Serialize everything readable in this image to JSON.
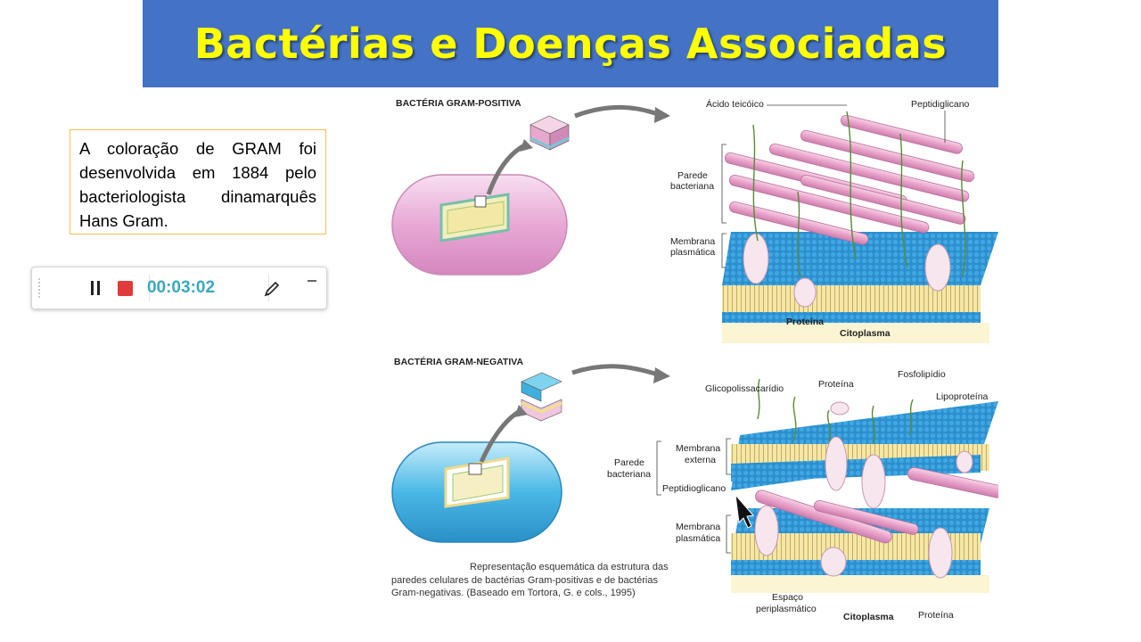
{
  "slide": {
    "title": "Bactérias e Doenças Associadas",
    "info_text": "A coloração de GRAM foi desenvolvida em 1884 pelo bacteriologista dinamarquês Hans Gram."
  },
  "recorder": {
    "elapsed": "00:03:02",
    "icons": [
      "grip-icon",
      "pause-icon",
      "stop-icon",
      "pen-icon",
      "minimize-icon"
    ]
  },
  "figure": {
    "gram_positive": {
      "heading": "BACTÉRIA GRAM-POSITIVA",
      "acido": "Ácido teicóico",
      "peptidoglicano": "Peptidiglicano",
      "parede_1": "Parede",
      "parede_2": "bacteriana",
      "membrana_1": "Membrana",
      "membrana_2": "plasmática",
      "proteina": "Proteína",
      "citoplasma": "Citoplasma"
    },
    "gram_negative": {
      "heading": "BACTÉRIA GRAM-NEGATIVA",
      "glico": "Glicopolissacarídio",
      "proteina_top": "Proteína",
      "fosfolipidio": "Fosfolipídio",
      "lipoproteina": "Lipoproteína",
      "parede_1": "Parede",
      "parede_2": "bacteriana",
      "membrana_ext_1": "Membrana",
      "membrana_ext_2": "externa",
      "peptidoglicano": "Peptidioglicano",
      "membrana_pl_1": "Membrana",
      "membrana_pl_2": "plasmática",
      "espaco_1": "Espaço",
      "espaco_2": "periplasmático",
      "citoplasma": "Citoplasma",
      "proteina_bottom": "Proteína"
    },
    "caption": [
      "Representação esquemática da estrutura das",
      "paredes celulares de bactérias Gram-positivas e de bactérias",
      "Gram-negativas. (Baseado em Tortora, G. e cols., 1995)"
    ]
  }
}
